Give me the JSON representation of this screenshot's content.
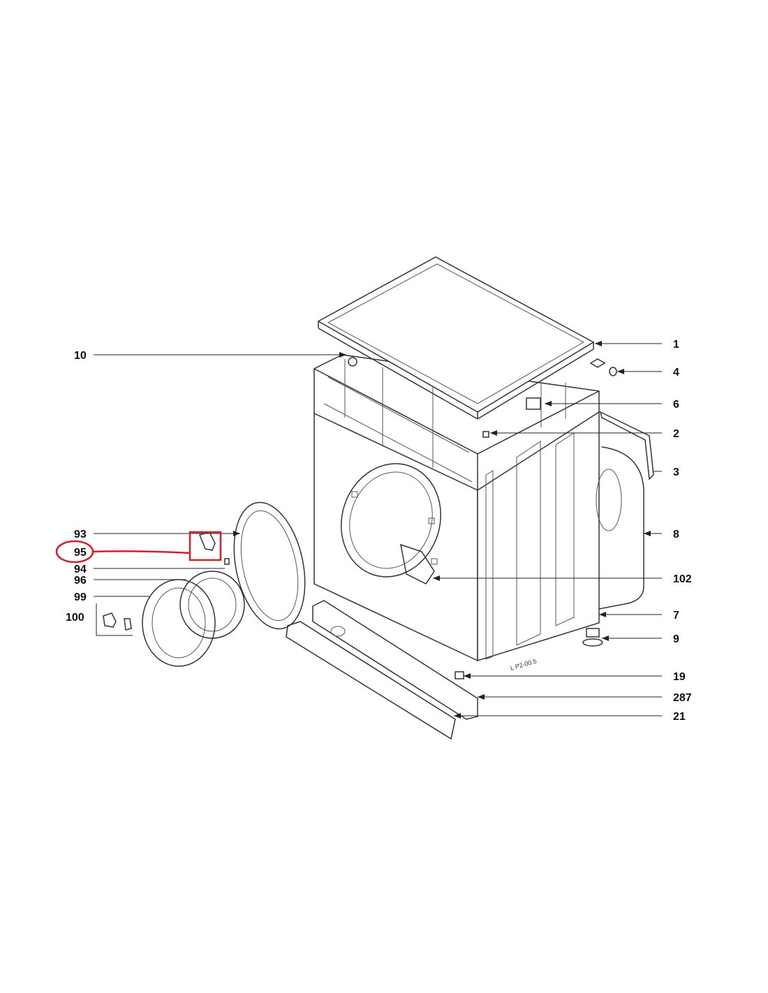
{
  "callouts": {
    "c1": "1",
    "c4": "4",
    "c6": "6",
    "c2": "2",
    "c3": "3",
    "c8": "8",
    "c102": "102",
    "c7": "7",
    "c9": "9",
    "c19": "19",
    "c287": "287",
    "c21": "21",
    "c10": "10",
    "c93": "93",
    "c95": "95",
    "c94": "94",
    "c96": "96",
    "c99": "99",
    "c100": "100"
  },
  "drawing_code": "L P2-00.5",
  "highlight": {
    "part": "95",
    "color": "#d0202a"
  }
}
